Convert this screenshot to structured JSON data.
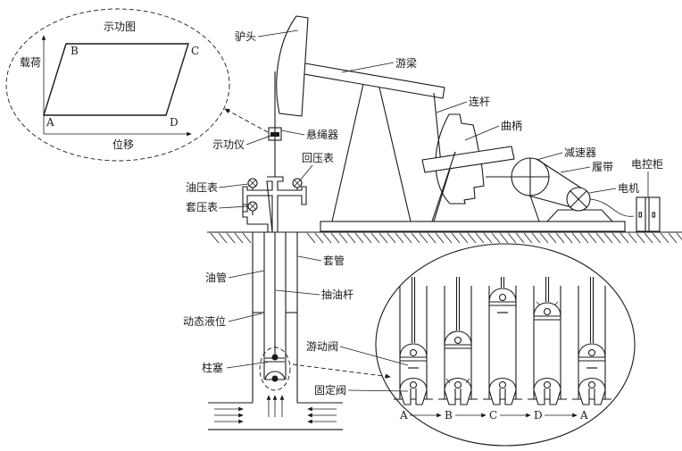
{
  "diagram": {
    "title": "有杆抽油系统示意图",
    "indicator_card": {
      "title": "示功图",
      "y_axis_label": "载荷",
      "x_axis_label": "位移",
      "points": [
        "A",
        "B",
        "C",
        "D"
      ]
    },
    "labels": {
      "horse_head": "驴头",
      "walking_beam": "游梁",
      "connecting_rod": "连杆",
      "crank": "曲柄",
      "reducer": "减速器",
      "belt": "履带",
      "motor": "电机",
      "control_cabinet": "电控柜",
      "polished_rod_clamp": "悬绳器",
      "dynamometer": "示功仪",
      "back_pressure_gauge": "回压表",
      "oil_pressure_gauge": "油压表",
      "casing_pressure_gauge": "套压表",
      "casing": "套管",
      "tubing": "油管",
      "sucker_rod": "抽油杆",
      "dynamic_fluid_level": "动态液位",
      "plunger": "柱塞",
      "traveling_valve": "游动阀",
      "standing_valve": "固定阀"
    },
    "stroke_sequence": [
      "A",
      "B",
      "C",
      "D",
      "A"
    ]
  }
}
